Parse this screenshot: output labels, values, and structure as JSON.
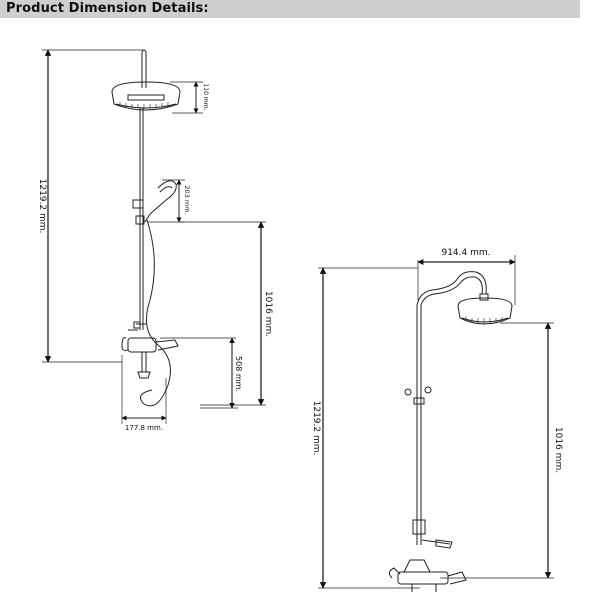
{
  "header": {
    "title": "Product Dimension Details:"
  },
  "left_diagram": {
    "dimensions": {
      "total_height": "1219.2 mm.",
      "showerhead_height": "110 mm.",
      "handshower_length": "203 mm.",
      "head_to_floor": "1016 mm.",
      "valve_height": "508 mm.",
      "valve_width": "177.8 mm."
    }
  },
  "right_diagram": {
    "dimensions": {
      "arm_reach": "914.4 mm.",
      "total_height": "1219.2 mm.",
      "head_to_floor": "1016 mm."
    }
  }
}
